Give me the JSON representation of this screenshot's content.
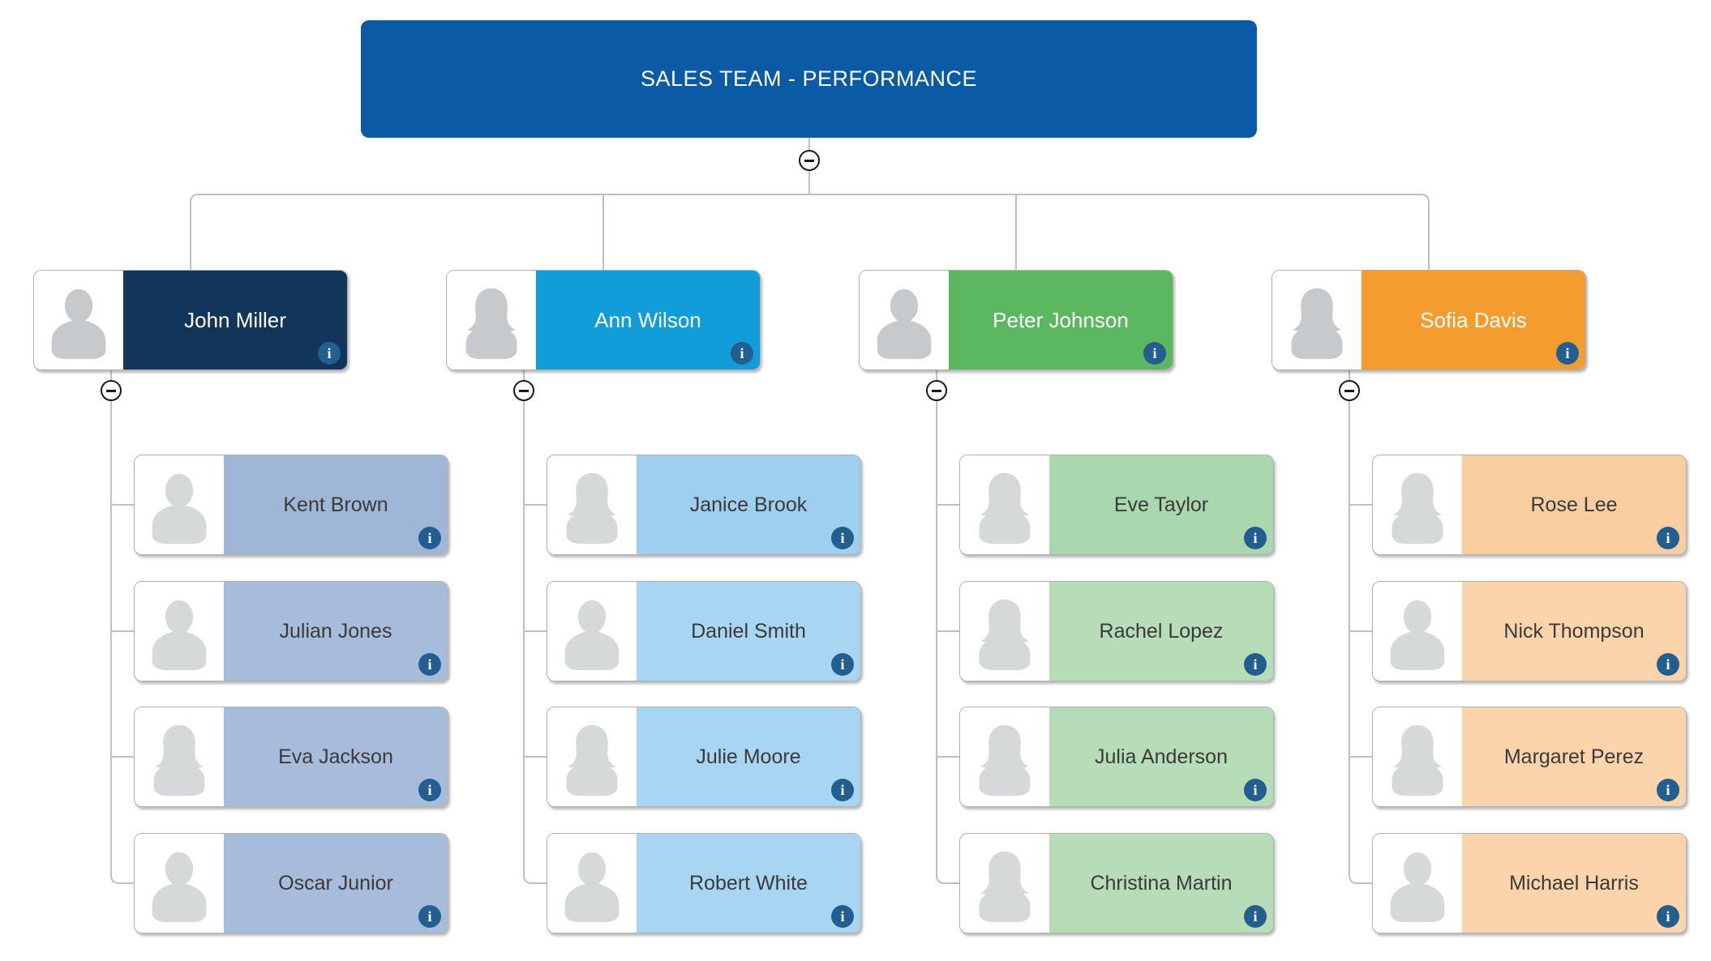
{
  "root": {
    "title": "SALES TEAM - PERFORMANCE",
    "color": "#0b5aa5"
  },
  "icons": {
    "info_glyph": "i"
  },
  "colors": {
    "connector": "#c0c0c0",
    "info_badge": "#235e91",
    "member_text": "#3a3a3a",
    "card_border": "#b0b0b0"
  },
  "groups": [
    {
      "manager": {
        "name": "John Miller",
        "avatar": "male",
        "color": "#12365b"
      },
      "members": [
        {
          "name": "Kent Brown",
          "avatar": "male",
          "color": "#a0b6d6"
        },
        {
          "name": "Julian Jones",
          "avatar": "male",
          "color": "#a7bcda"
        },
        {
          "name": "Eva Jackson",
          "avatar": "female",
          "color": "#a7bcda"
        },
        {
          "name": "Oscar Junior",
          "avatar": "male",
          "color": "#a7bcda"
        }
      ]
    },
    {
      "manager": {
        "name": "Ann Wilson",
        "avatar": "female",
        "color": "#119cda"
      },
      "members": [
        {
          "name": "Janice Brook",
          "avatar": "female",
          "color": "#9fcfee"
        },
        {
          "name": "Daniel Smith",
          "avatar": "male",
          "color": "#a8d5f1"
        },
        {
          "name": "Julie Moore",
          "avatar": "female",
          "color": "#a8d5f1"
        },
        {
          "name": "Robert White",
          "avatar": "male",
          "color": "#a8d5f1"
        }
      ]
    },
    {
      "manager": {
        "name": "Peter Johnson",
        "avatar": "male",
        "color": "#5cb761"
      },
      "members": [
        {
          "name": "Eve Taylor",
          "avatar": "female",
          "color": "#aad7ad"
        },
        {
          "name": "Rachel Lopez",
          "avatar": "female",
          "color": "#b6ddb7"
        },
        {
          "name": "Julia Anderson",
          "avatar": "female",
          "color": "#b6ddb7"
        },
        {
          "name": "Christina Martin",
          "avatar": "female",
          "color": "#b6ddb7"
        }
      ]
    },
    {
      "manager": {
        "name": "Sofia Davis",
        "avatar": "female",
        "color": "#f49d2e"
      },
      "members": [
        {
          "name": "Rose Lee",
          "avatar": "female",
          "color": "#f8cda0"
        },
        {
          "name": "Nick Thompson",
          "avatar": "male",
          "color": "#fbd4ab"
        },
        {
          "name": "Margaret Perez",
          "avatar": "female",
          "color": "#fbd4ab"
        },
        {
          "name": "Michael Harris",
          "avatar": "male",
          "color": "#fbd4ab"
        }
      ]
    }
  ]
}
